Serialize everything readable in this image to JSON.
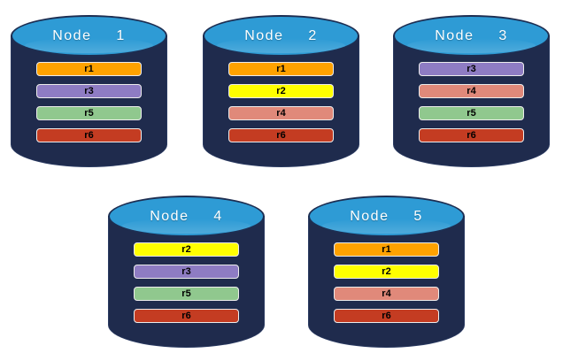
{
  "diagram": {
    "description": "Distributed database nodes with replicated partitions",
    "colors": {
      "cylinder_body": "#1f2b4d",
      "cylinder_top": "#2e9bd5",
      "label_text": "#ffffff",
      "bar_text": "#000000",
      "replica_r1": "#ffa200",
      "replica_r2": "#ffff00",
      "replica_r3": "#8e7cc3",
      "replica_r4": "#e0897a",
      "replica_r5": "#90c88e",
      "replica_r6": "#c43c22"
    }
  },
  "nodes": [
    {
      "label": "Node  1",
      "bars": [
        {
          "label": "r1",
          "color": "#ffa200"
        },
        {
          "label": "r3",
          "color": "#8e7cc3"
        },
        {
          "label": "r5",
          "color": "#90c88e"
        },
        {
          "label": "r6",
          "color": "#c43c22"
        }
      ]
    },
    {
      "label": "Node  2",
      "bars": [
        {
          "label": "r1",
          "color": "#ffa200"
        },
        {
          "label": "r2",
          "color": "#ffff00"
        },
        {
          "label": "r4",
          "color": "#e0897a"
        },
        {
          "label": "r6",
          "color": "#c43c22"
        }
      ]
    },
    {
      "label": "Node  3",
      "bars": [
        {
          "label": "r3",
          "color": "#8e7cc3"
        },
        {
          "label": "r4",
          "color": "#e0897a"
        },
        {
          "label": "r5",
          "color": "#90c88e"
        },
        {
          "label": "r6",
          "color": "#c43c22"
        }
      ]
    },
    {
      "label": "Node  4",
      "bars": [
        {
          "label": "r2",
          "color": "#ffff00"
        },
        {
          "label": "r3",
          "color": "#8e7cc3"
        },
        {
          "label": "r5",
          "color": "#90c88e"
        },
        {
          "label": "r6",
          "color": "#c43c22"
        }
      ]
    },
    {
      "label": "Node  5",
      "bars": [
        {
          "label": "r1",
          "color": "#ffa200"
        },
        {
          "label": "r2",
          "color": "#ffff00"
        },
        {
          "label": "r4",
          "color": "#e0897a"
        },
        {
          "label": "r6",
          "color": "#c43c22"
        }
      ]
    }
  ]
}
